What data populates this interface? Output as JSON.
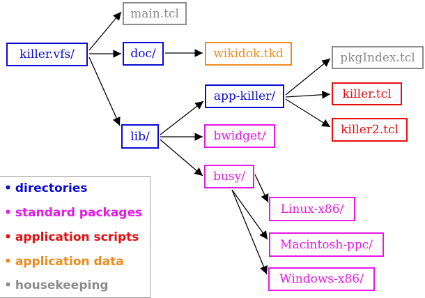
{
  "colors": {
    "directory": "#0a0ad2",
    "package": "#e619e6",
    "application": "#e60f0f",
    "data": "#f08a1e",
    "housekeeping": "#8c8c8c"
  },
  "nodes": {
    "killer_vfs": "killer.vfs/",
    "main_tcl": "main.tcl",
    "doc": "doc/",
    "wikidok": "wikidok.tkd",
    "lib": "lib/",
    "app_killer": "app-killer/",
    "pkgindex": "pkgIndex.tcl",
    "killer_tcl": "killer.tcl",
    "killer2_tcl": "killer2.tcl",
    "bwidget": "bwidget/",
    "busy": "busy/",
    "linux": "Linux-x86/",
    "mac": "Macintosh-ppc/",
    "windows": "Windows-x86/"
  },
  "legend": {
    "bullet": "•",
    "items": [
      {
        "label": "directories",
        "color": "#0a0ad2"
      },
      {
        "label": "standard packages",
        "color": "#e619e6"
      },
      {
        "label": "application scripts",
        "color": "#e60f0f"
      },
      {
        "label": "application data",
        "color": "#f08a1e"
      },
      {
        "label": "housekeeping",
        "color": "#8c8c8c"
      }
    ]
  }
}
